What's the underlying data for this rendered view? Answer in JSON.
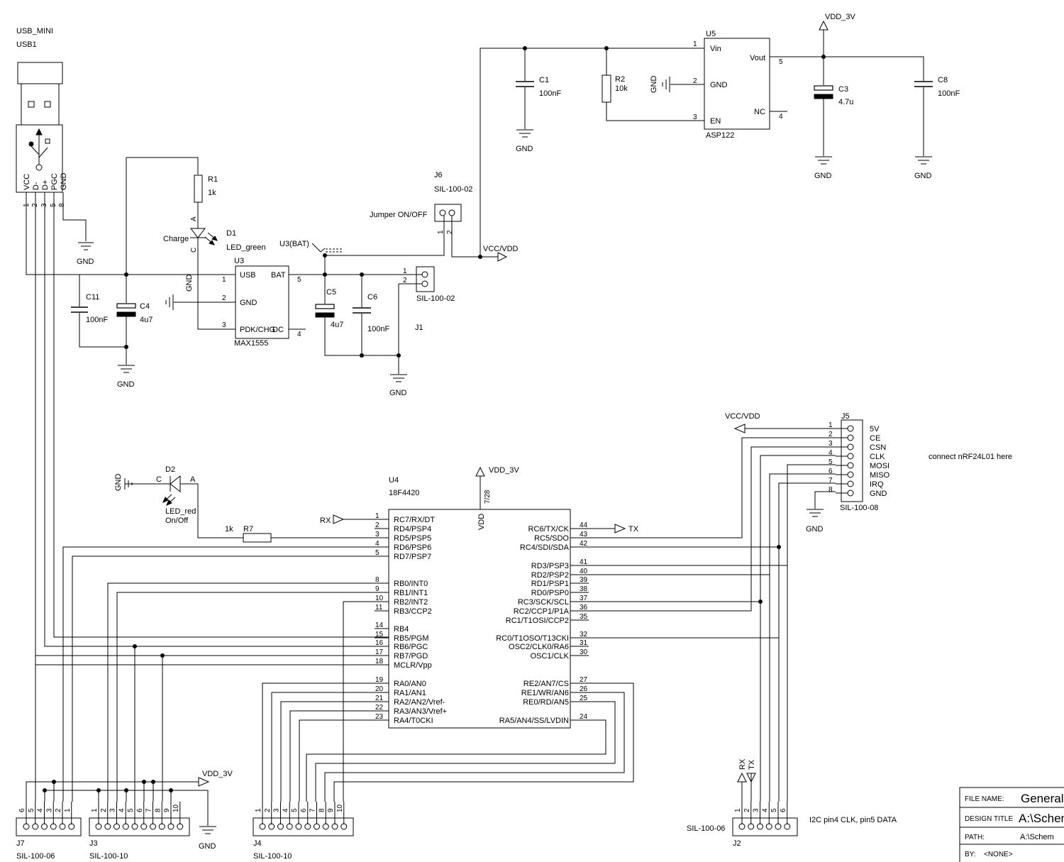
{
  "usb": {
    "type": "USB_MINI",
    "ref": "USB1",
    "pins": [
      "VCC",
      "D-",
      "D+",
      "PGC",
      "GND"
    ],
    "nums": [
      "1",
      "2",
      "3",
      "5",
      "8"
    ]
  },
  "gnd": "GND",
  "r1": {
    "ref": "R1",
    "val": "1k"
  },
  "d1": {
    "ref": "D1",
    "val": "LED_green",
    "label": "Charge",
    "a": "A",
    "c": "C"
  },
  "u3": {
    "ref": "U3",
    "part": "MAX1555",
    "usb": "USB",
    "gnd": "GND",
    "bat": "BAT",
    "pdk": "PDK/CHG",
    "dc": "DC",
    "n1": "1",
    "n2": "2",
    "n3": "3",
    "n4": "4",
    "n5": "5",
    "bat_net": "U3(BAT)"
  },
  "c11": {
    "ref": "C11",
    "val": "100nF"
  },
  "c4": {
    "ref": "C4",
    "val": "4u7"
  },
  "c5": {
    "ref": "C5",
    "val": "4u7"
  },
  "c6": {
    "ref": "C6",
    "val": "100nF"
  },
  "j1": {
    "ref": "J1",
    "part": "SIL-100-02",
    "n1": "1",
    "n2": "2"
  },
  "j6": {
    "ref": "J6",
    "part": "SIL-100-02",
    "label": "Jumper ON/OFF",
    "n1": "1",
    "n2": "2"
  },
  "vccvdd": "VCC/VDD",
  "vdd3v": "VDD_3V",
  "c1": {
    "ref": "C1",
    "val": "100nF"
  },
  "r2": {
    "ref": "R2",
    "val": "10k"
  },
  "u5": {
    "ref": "U5",
    "part": "ASP122",
    "vin": "Vin",
    "gnd": "GND",
    "en": "EN",
    "vout": "Vout",
    "nc": "NC",
    "n1": "1",
    "n2": "2",
    "n3": "3",
    "n4": "4",
    "n5": "5"
  },
  "c3": {
    "ref": "C3",
    "val": "4.7u"
  },
  "c8": {
    "ref": "C8",
    "val": "100nF"
  },
  "d2": {
    "ref": "D2",
    "val": "LED_red",
    "label": "On/Off",
    "a": "A",
    "c": "C"
  },
  "r7": {
    "ref": "R7",
    "val": "1k"
  },
  "u4": {
    "ref": "U4",
    "part": "18F4420",
    "vdd": "VDD",
    "vddpin": "7/28",
    "left": [
      [
        "1",
        "RC7/RX/DT"
      ],
      [
        "2",
        "RD4/PSP4"
      ],
      [
        "3",
        "RD5/PSP5"
      ],
      [
        "4",
        "RD6/PSP6"
      ],
      [
        "5",
        "RD7/PSP7"
      ],
      [
        "8",
        "RB0/INT0"
      ],
      [
        "9",
        "RB1/INT1"
      ],
      [
        "10",
        "RB2/INT2"
      ],
      [
        "11",
        "RB3/CCP2"
      ],
      [
        "14",
        "RB4"
      ],
      [
        "15",
        "RB5/PGM"
      ],
      [
        "16",
        "RB6/PGC"
      ],
      [
        "17",
        "RB7/PGD"
      ],
      [
        "18",
        "MCLR/Vpp"
      ],
      [
        "19",
        "RA0/AN0"
      ],
      [
        "20",
        "RA1/AN1"
      ],
      [
        "21",
        "RA2/AN2/Vref-"
      ],
      [
        "22",
        "RA3/AN3/Vref+"
      ],
      [
        "23",
        "RA4/T0CKI"
      ]
    ],
    "right": [
      [
        "44",
        "RC6/TX/CK"
      ],
      [
        "43",
        "RC5/SDO"
      ],
      [
        "42",
        "RC4/SDI/SDA"
      ],
      [
        "41",
        "RD3/PSP3"
      ],
      [
        "40",
        "RD2/PSP2"
      ],
      [
        "39",
        "RD1/PSP1"
      ],
      [
        "38",
        "RD0/PSP0"
      ],
      [
        "37",
        "RC3/SCK/SCL"
      ],
      [
        "36",
        "RC2/CCP1/P1A"
      ],
      [
        "35",
        "RC1/T1OSI/CCP2"
      ],
      [
        "32",
        "RC0/T1OSO/T13CKI"
      ],
      [
        "31",
        "OSC2/CLK0/RA6"
      ],
      [
        "30",
        "OSC1/CLK"
      ],
      [
        "27",
        "RE2/AN7/CS"
      ],
      [
        "26",
        "RE1/WR/AN6"
      ],
      [
        "25",
        "RE0/RD/AN5"
      ],
      [
        "24",
        "RA5/AN4/SS/LVDIN"
      ]
    ]
  },
  "rx": "RX",
  "tx": "TX",
  "j5": {
    "ref": "J5",
    "part": "SIL-100-08",
    "pins": [
      "5V",
      "CE",
      "CSN",
      "CLK",
      "MOSI",
      "MISO",
      "IRQ",
      "GND"
    ],
    "nums": [
      "1",
      "2",
      "3",
      "4",
      "5",
      "6",
      "7",
      "8"
    ]
  },
  "note_nrf": "connect nRF24L01 here",
  "j7": {
    "ref": "J7",
    "part": "SIL-100-06",
    "nums": [
      "6",
      "5",
      "4",
      "3",
      "2",
      "1"
    ]
  },
  "j3": {
    "ref": "J3",
    "part": "SIL-100-10",
    "nums": [
      "1",
      "2",
      "3",
      "4",
      "5",
      "6",
      "7",
      "8",
      "9",
      "10"
    ]
  },
  "j4": {
    "ref": "J4",
    "part": "SIL-100-10",
    "nums": [
      "1",
      "2",
      "3",
      "4",
      "5",
      "6",
      "7",
      "8",
      "9",
      "10"
    ]
  },
  "j2": {
    "ref": "J2",
    "part": "SIL-100-06",
    "nums": [
      "1",
      "2",
      "3",
      "4",
      "5",
      "6"
    ],
    "rx": "RX",
    "tx": "TX"
  },
  "note_i2c": "I2C pin4 CLK, pin5 DATA",
  "titleblock": {
    "file_label": "FILE NAME:",
    "file_value": "General",
    "design_label": "DESIGN TITLE",
    "design_value": "A:\\Schem",
    "path_label": "PATH:",
    "path_value": "A:\\Schem",
    "by_label": "BY:",
    "by_value": "<NONE>"
  }
}
